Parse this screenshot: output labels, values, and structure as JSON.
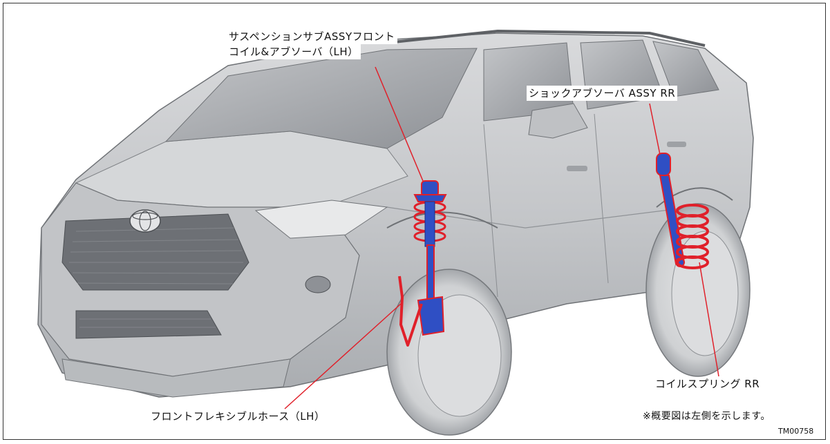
{
  "callouts": {
    "front_strut_line1": "サスペンションサブASSYフロント",
    "front_strut_line2": "コイル&アブソーバ（LH）",
    "rear_shock": "ショックアブソーバ ASSY RR",
    "flex_hose": "フロントフレキシブルホース（LH）",
    "rear_spring": "コイルスプリング RR"
  },
  "note": "※概要図は左側を示します。",
  "figure_code": "TM00758",
  "colors": {
    "outline": "#e0202a",
    "part_fill": "#2f4fc4",
    "body": "#c9cbce"
  }
}
